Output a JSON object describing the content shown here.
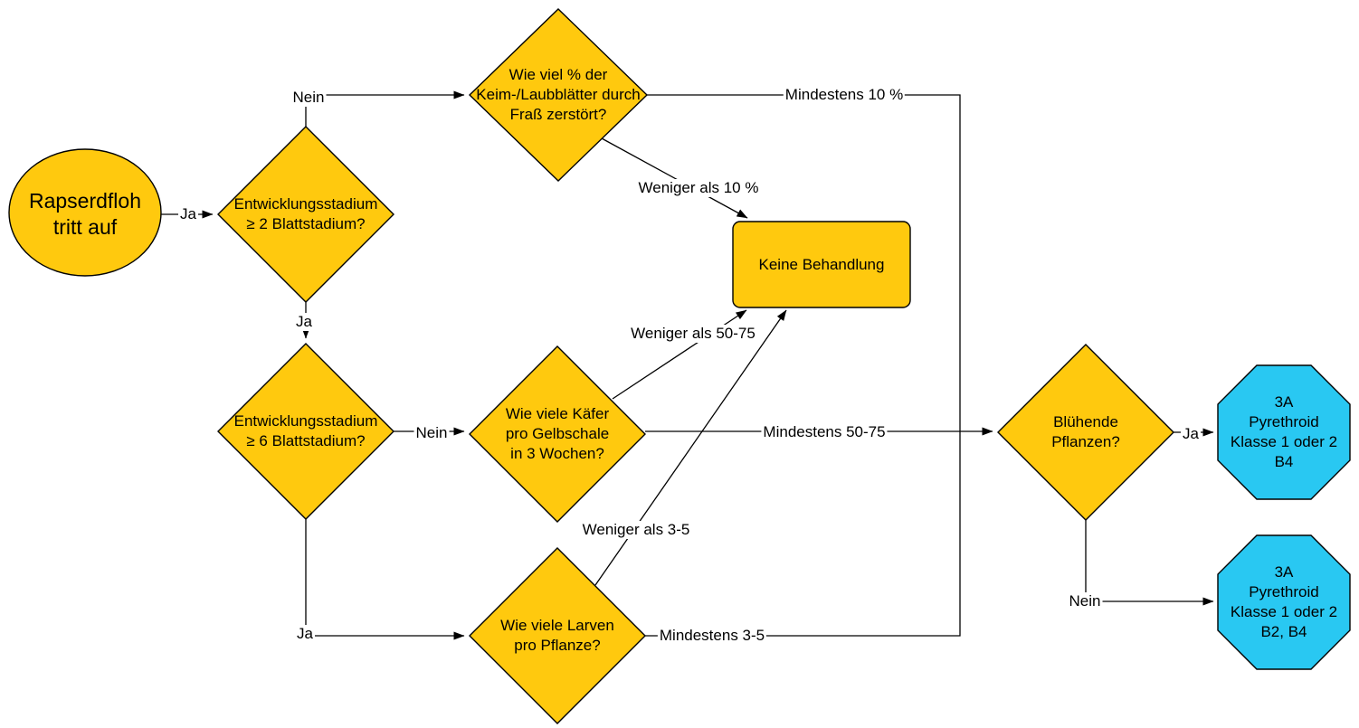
{
  "colors": {
    "node_fill": "#FFC90E",
    "result_fill": "#29C8F2",
    "stroke": "#000000",
    "background": "#FFFFFF"
  },
  "nodes": {
    "start": {
      "type": "ellipse",
      "label": "Rapserdfloh\ntritt auf"
    },
    "stage2": {
      "type": "decision",
      "label": "Entwicklungsstadium\n≥ 2 Blattstadium?"
    },
    "damage": {
      "type": "decision",
      "label": "Wie viel % der\nKeim-/Laubblätter durch\nFraß zerstört?"
    },
    "no_treatment": {
      "type": "process",
      "label": "Keine Behandlung"
    },
    "stage6": {
      "type": "decision",
      "label": "Entwicklungsstadium\n≥ 6 Blattstadium?"
    },
    "beetles": {
      "type": "decision",
      "label": "Wie viele Käfer\npro Gelbschale\nin 3 Wochen?"
    },
    "larvae": {
      "type": "decision",
      "label": "Wie viele Larven\npro Pflanze?"
    },
    "flowering": {
      "type": "decision",
      "label": "Blühende\nPflanzen?"
    },
    "treatment_b4": {
      "type": "result",
      "label": "3A\nPyrethroid\nKlasse 1 oder 2\nB4"
    },
    "treatment_b2_b4": {
      "type": "result",
      "label": "3A\nPyrethroid\nKlasse 1 oder 2\nB2, B4"
    }
  },
  "edge_labels": {
    "ja_start": "Ja",
    "nein_stage2": "Nein",
    "ja_stage2": "Ja",
    "mindestens_10": "Mindestens 10 %",
    "weniger_10": "Weniger als 10 %",
    "nein_stage6": "Nein",
    "ja_stage6": "Ja",
    "weniger_50_75": "Weniger als 50-75",
    "mindestens_50_75": "Mindestens 50-75",
    "weniger_3_5": "Weniger als 3-5",
    "mindestens_3_5": "Mindestens 3-5",
    "ja_flowering": "Ja",
    "nein_flowering": "Nein"
  }
}
